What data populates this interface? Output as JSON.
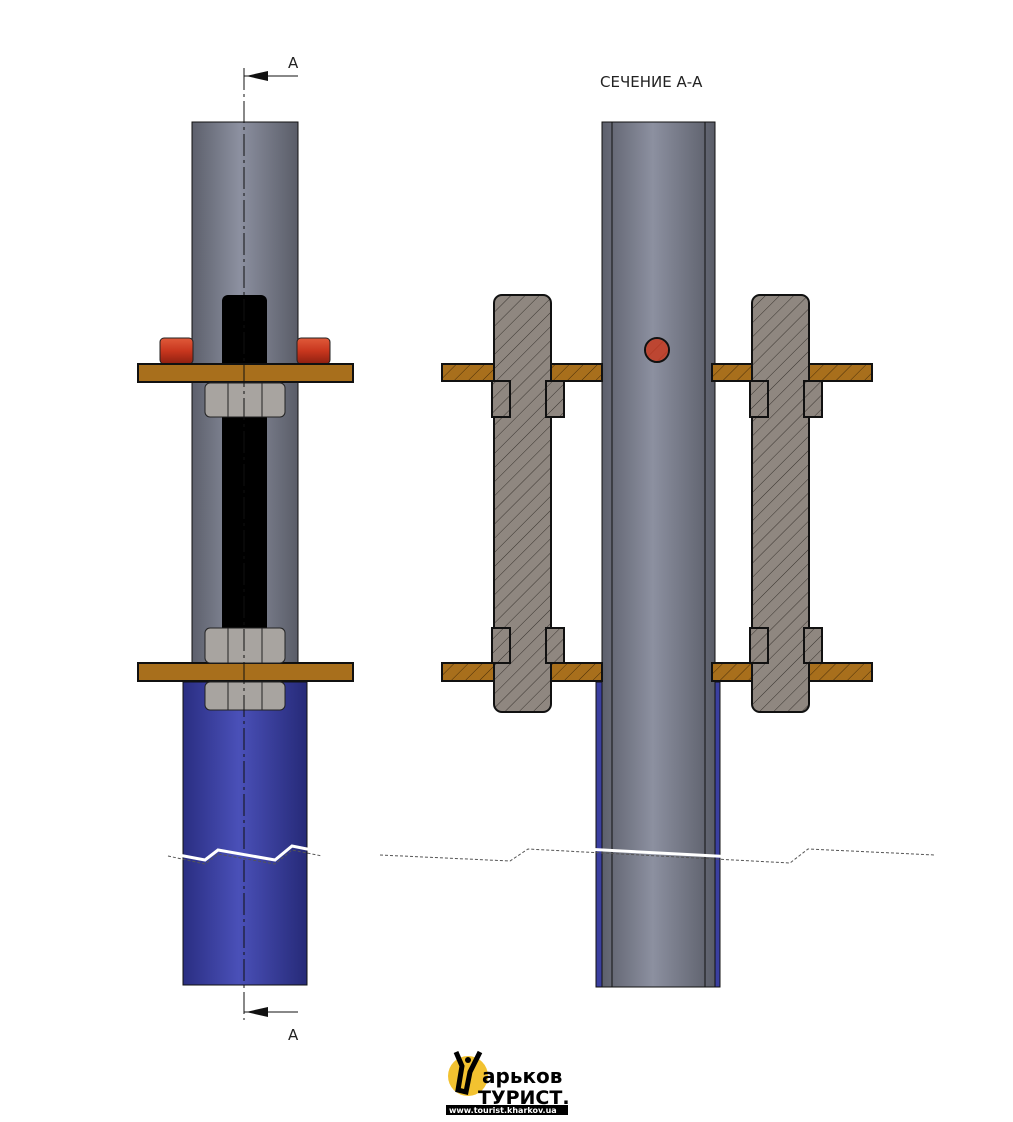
{
  "labels": {
    "section_mark_top": "A",
    "section_mark_bottom": "A",
    "section_title": "СЕЧЕНИЕ А-А"
  },
  "logo": {
    "line1": "арьков",
    "line2": "ТУРИСТ.",
    "url": "www.tourist.kharkov.ua"
  },
  "colors": {
    "tube_grey": "#7d8190",
    "tube_blue": "#3a3fa0",
    "plate": "#a86f1c",
    "pin": "#c8361e",
    "rod": "#000000",
    "nut": "#a8a4a0",
    "bolt_section": "#8f8780"
  }
}
